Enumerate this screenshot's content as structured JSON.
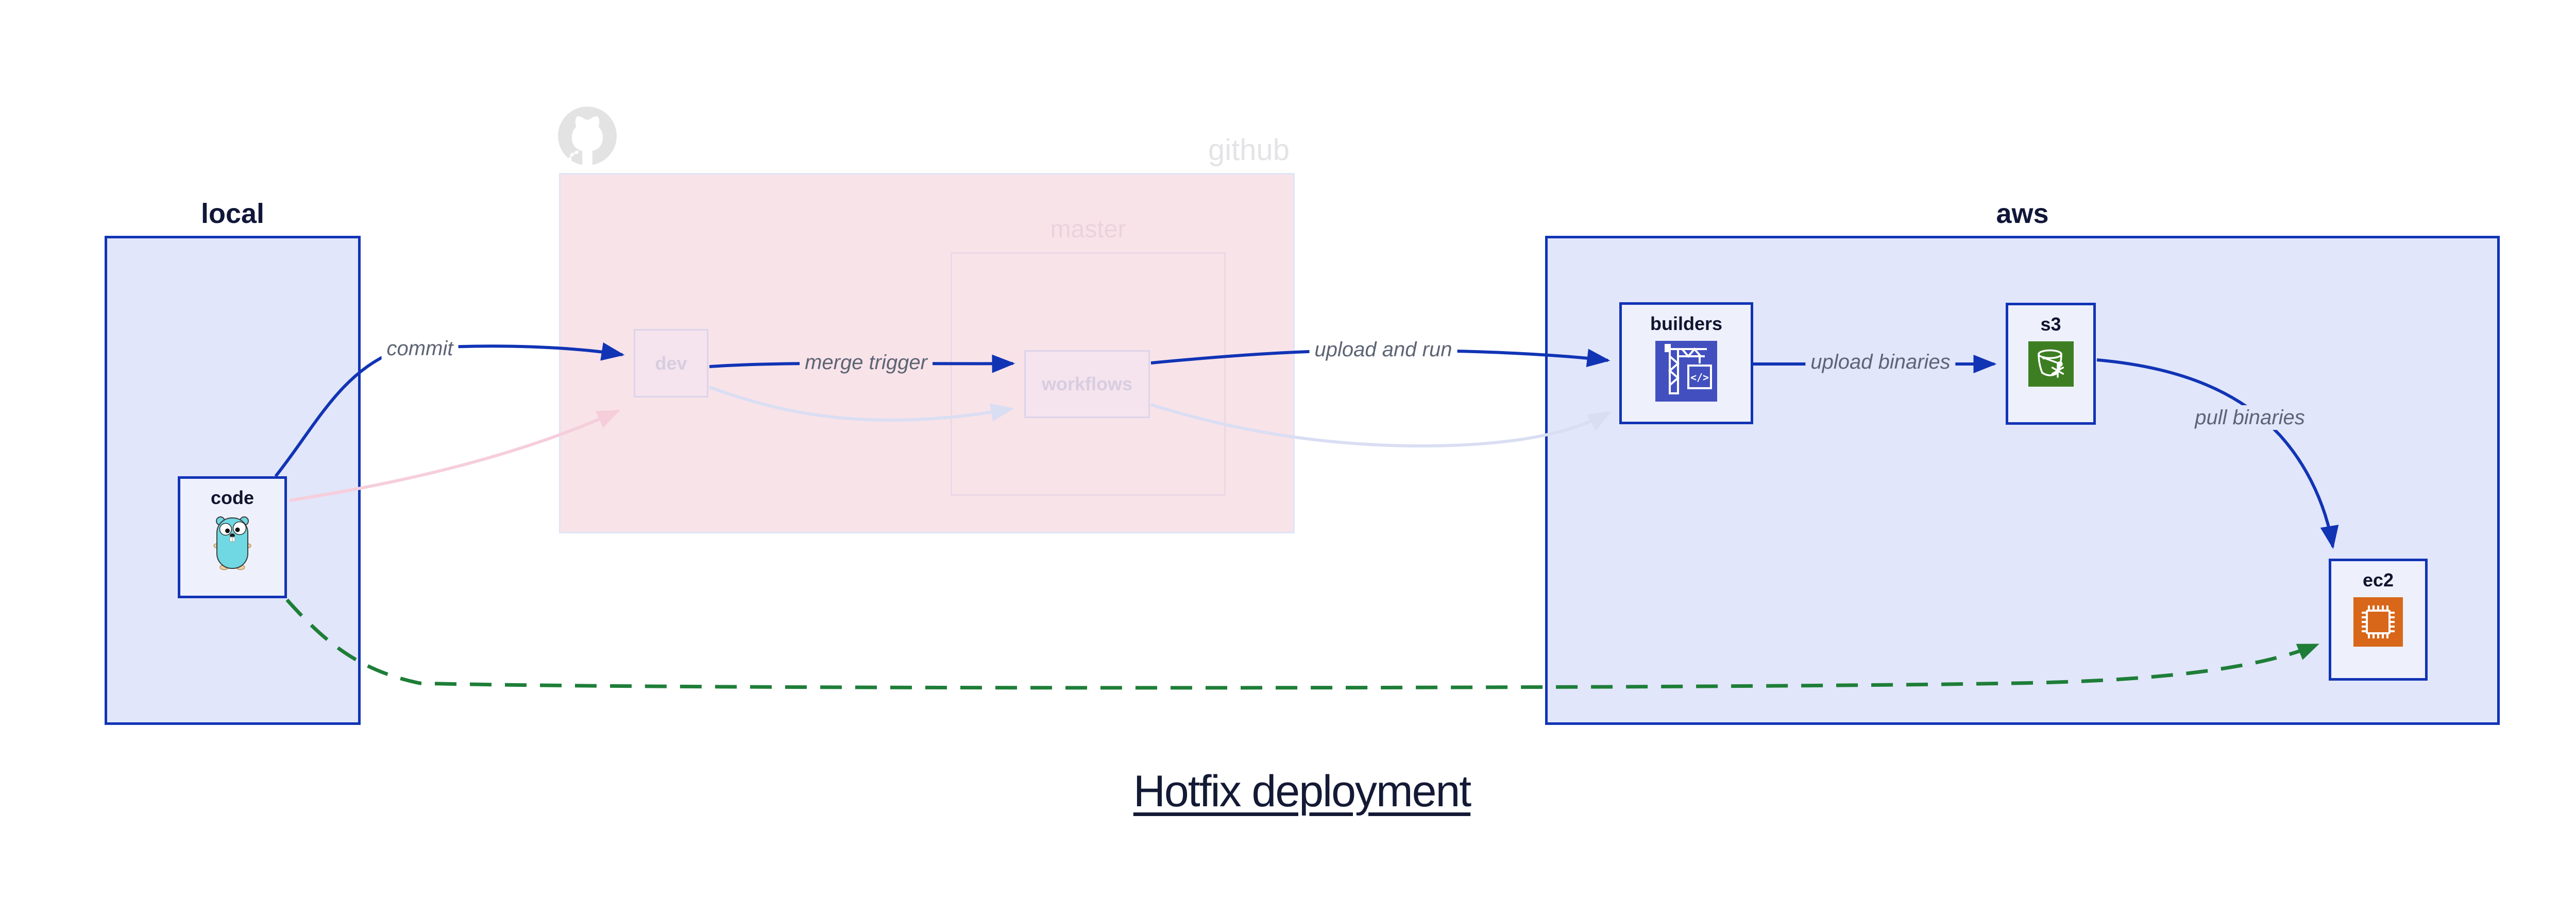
{
  "title": "Hotfix deployment",
  "groups": {
    "local": {
      "label": "local"
    },
    "github": {
      "label": "github"
    },
    "master": {
      "label": "master"
    },
    "aws": {
      "label": "aws"
    }
  },
  "nodes": {
    "code": {
      "label": "code",
      "icon": "go-gopher-icon"
    },
    "dev": {
      "label": "dev"
    },
    "workflows": {
      "label": "workflows"
    },
    "builders": {
      "label": "builders",
      "icon": "aws-codebuild-icon"
    },
    "s3": {
      "label": "s3",
      "icon": "aws-s3-glacier-bucket-icon"
    },
    "ec2": {
      "label": "ec2",
      "icon": "aws-ec2-chip-icon"
    }
  },
  "edges": {
    "commit": {
      "label": "commit"
    },
    "merge_trigger": {
      "label": "merge trigger"
    },
    "upload_and_run": {
      "label": "upload and run"
    },
    "upload_binaries": {
      "label": "upload binaries"
    },
    "pull_binaries": {
      "label": "pull binaries"
    }
  },
  "colors": {
    "primary_blue": "#1134b5",
    "hotfix_green": "#1e7e38",
    "group_fill_blue": "#e1e6fa",
    "node_fill": "#eef1fc",
    "github_fill": "#f8e3e9",
    "ghost_pink": "#f6cedb",
    "ghost_lavender": "#dadef3",
    "edge_label_gray": "#5d6474",
    "codebuild_indigo": "#4250bf",
    "s3_green": "#3d7e22",
    "ec2_orange": "#d8671a"
  }
}
